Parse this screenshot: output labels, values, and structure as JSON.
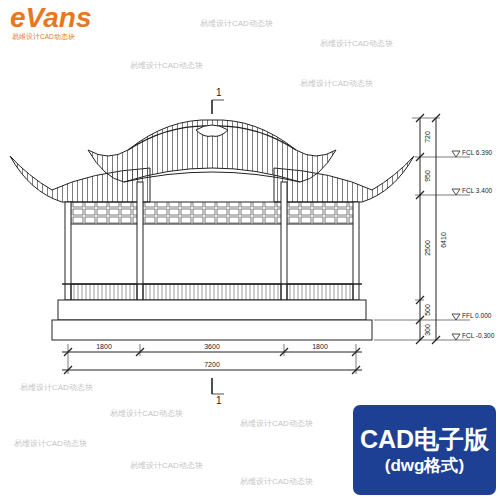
{
  "diagram": {
    "nodes": [
      {
        "text": [
          "CAD电子版",
          "(dwg格式)"
        ]
      }
    ],
    "labels": [
      "eVans",
      "易维设计CAD动态块",
      "1",
      "1",
      "720",
      "950",
      "2500",
      "500",
      "300",
      "6410",
      "FCL 6.390",
      "FCL 3.400",
      "FFL 0.000",
      "FCL -0.300",
      "1800",
      "3600",
      "1800",
      "7200",
      "易维设计CAD动态块",
      "易维设计CAD动态块",
      "易维设计CAD动态块",
      "易维设计CAD动态块",
      "易维设计CAD动态块",
      "易维设计CAD动态块",
      "易维设计CAD动态块",
      "易维设计CAD动态块",
      "易维设计CAD动态块",
      "易维设计CAD动态块"
    ]
  }
}
